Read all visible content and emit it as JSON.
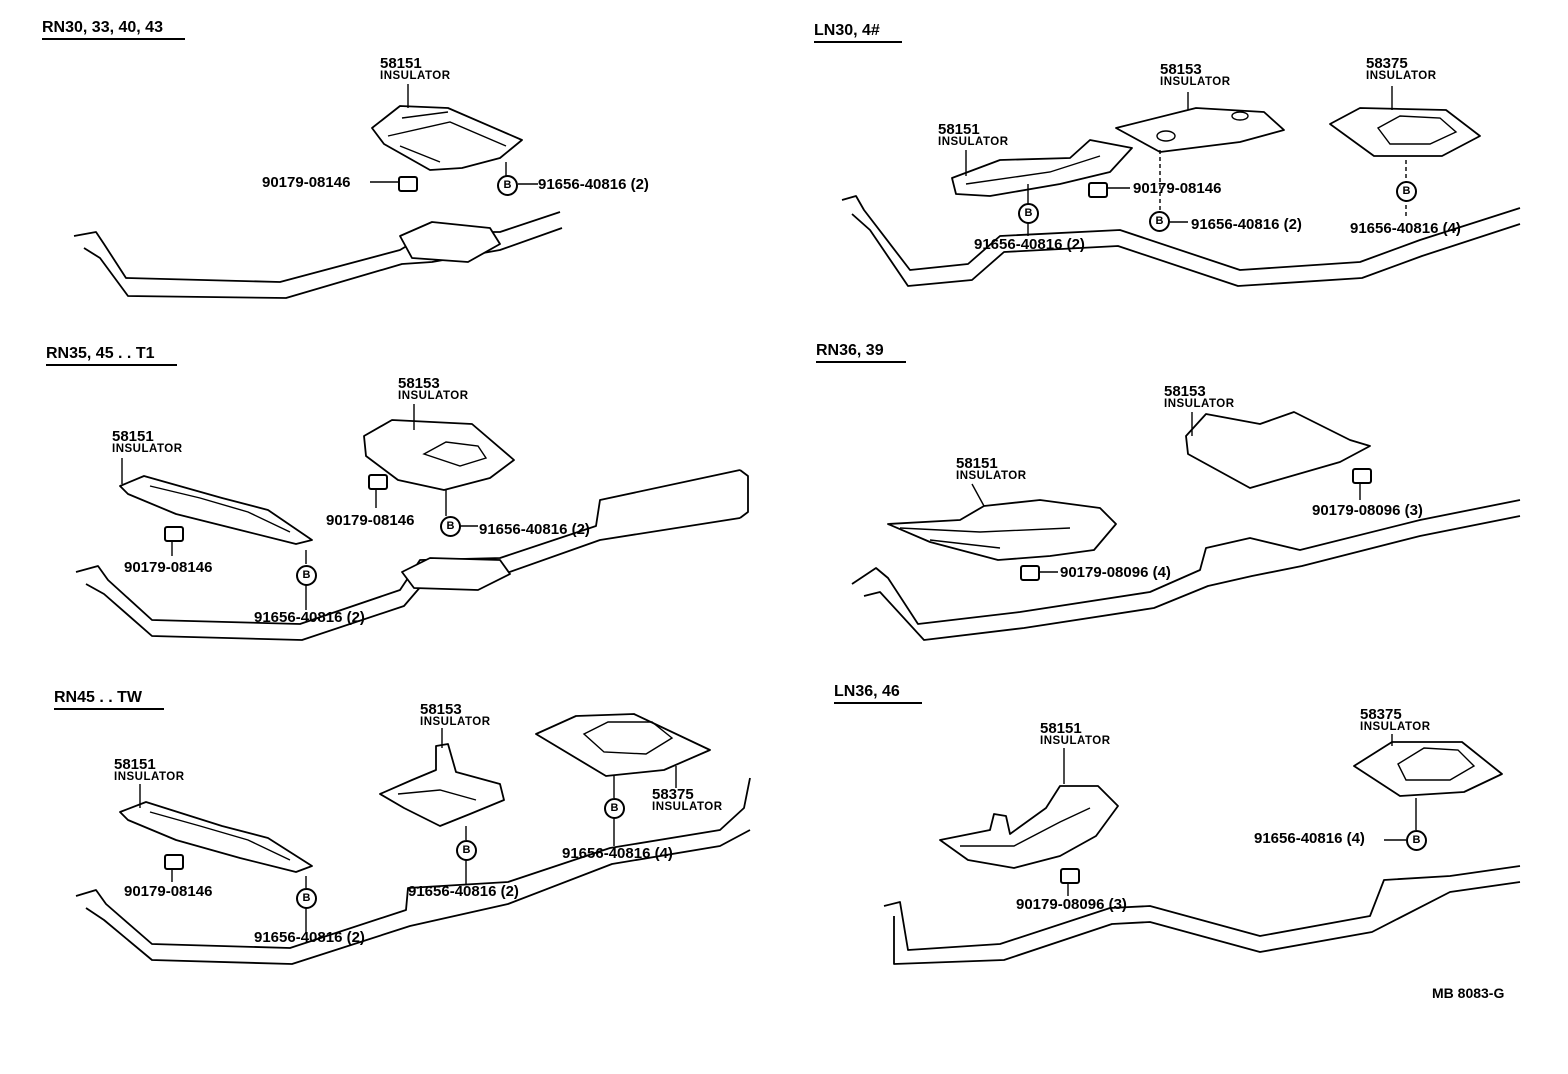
{
  "panels": [
    {
      "id": "rn30",
      "title": "RN30, 33, 40, 43",
      "insulators": [
        {
          "part": "58151",
          "name": "INSULATOR"
        }
      ],
      "fasteners": [
        {
          "part": "90179-08146",
          "qty": ""
        },
        {
          "part": "91656-40816",
          "qty": "(2)"
        }
      ]
    },
    {
      "id": "ln30",
      "title": "LN30, 4#",
      "insulators": [
        {
          "part": "58151",
          "name": "INSULATOR"
        },
        {
          "part": "58153",
          "name": "INSULATOR"
        },
        {
          "part": "58375",
          "name": "INSULATOR"
        }
      ],
      "fasteners": [
        {
          "part": "90179-08146",
          "qty": ""
        },
        {
          "part": "91656-40816",
          "qty": "(2)"
        },
        {
          "part": "91656-40816",
          "qty": "(2)"
        },
        {
          "part": "91656-40816",
          "qty": "(4)"
        }
      ]
    },
    {
      "id": "rn35",
      "title": "RN35, 45 . . T1",
      "insulators": [
        {
          "part": "58151",
          "name": "INSULATOR"
        },
        {
          "part": "58153",
          "name": "INSULATOR"
        }
      ],
      "fasteners": [
        {
          "part": "90179-08146",
          "qty": ""
        },
        {
          "part": "90179-08146",
          "qty": ""
        },
        {
          "part": "91656-40816",
          "qty": "(2)"
        },
        {
          "part": "91656-40816",
          "qty": "(2)"
        }
      ]
    },
    {
      "id": "rn36",
      "title": "RN36, 39",
      "insulators": [
        {
          "part": "58151",
          "name": "INSULATOR"
        },
        {
          "part": "58153",
          "name": "INSULATOR"
        }
      ],
      "fasteners": [
        {
          "part": "90179-08096",
          "qty": "(3)"
        },
        {
          "part": "90179-08096",
          "qty": "(4)"
        }
      ]
    },
    {
      "id": "rn45tw",
      "title": "RN45 . . TW",
      "insulators": [
        {
          "part": "58151",
          "name": "INSULATOR"
        },
        {
          "part": "58153",
          "name": "INSULATOR"
        },
        {
          "part": "58375",
          "name": "INSULATOR"
        }
      ],
      "fasteners": [
        {
          "part": "90179-08146",
          "qty": ""
        },
        {
          "part": "91656-40816",
          "qty": "(2)"
        },
        {
          "part": "91656-40816",
          "qty": "(2)"
        },
        {
          "part": "91656-40816",
          "qty": "(4)"
        }
      ]
    },
    {
      "id": "ln36",
      "title": "LN36, 46",
      "insulators": [
        {
          "part": "58151",
          "name": "INSULATOR"
        },
        {
          "part": "58375",
          "name": "INSULATOR"
        }
      ],
      "fasteners": [
        {
          "part": "90179-08096",
          "qty": "(3)"
        },
        {
          "part": "91656-40816",
          "qty": "(4)"
        }
      ]
    }
  ],
  "bolt_symbol": "B",
  "drawing_code": "MB 8083-G"
}
